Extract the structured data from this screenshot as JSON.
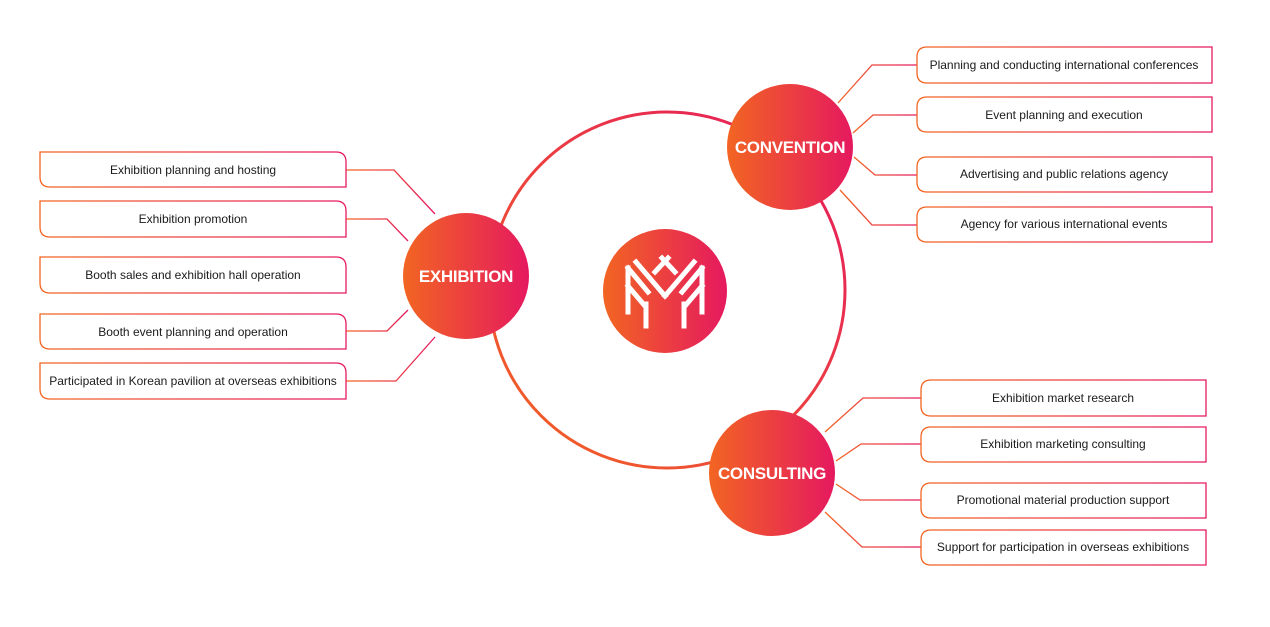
{
  "center": {
    "logo": "M-logo"
  },
  "colors": {
    "gradient_start": "#f26522",
    "gradient_end": "#e5195f",
    "text": "#1a1a1a"
  },
  "hubs": {
    "exhibition": {
      "label": "EXHIBITION",
      "items": [
        "Exhibition planning and hosting",
        "Exhibition promotion",
        "Booth sales and exhibition hall operation",
        "Booth event planning and operation",
        "Participated in Korean pavilion at overseas exhibitions"
      ]
    },
    "convention": {
      "label": "CONVENTION",
      "items": [
        "Planning and conducting international conferences",
        "Event planning and execution",
        "Advertising and public relations agency",
        "Agency for various international events"
      ]
    },
    "consulting": {
      "label": "CONSULTING",
      "items": [
        "Exhibition market research",
        "Exhibition marketing consulting",
        "Promotional material production support",
        "Support for participation in overseas exhibitions"
      ]
    }
  }
}
